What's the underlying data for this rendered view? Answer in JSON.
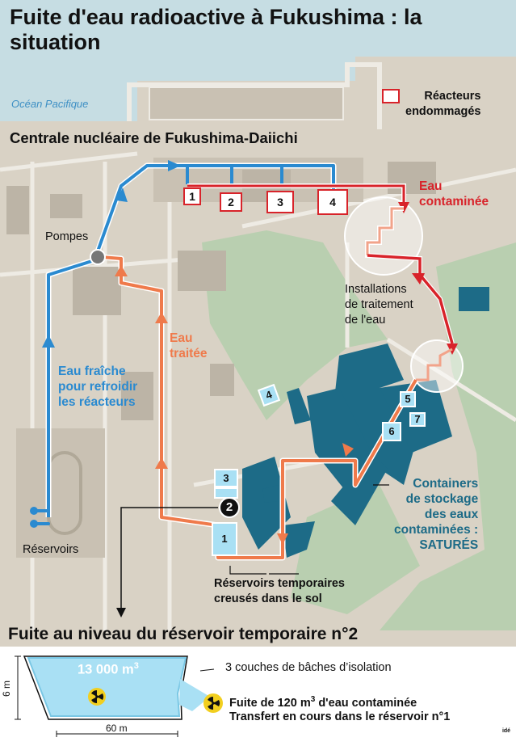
{
  "title": "Fuite d'eau radioactive à Fukushima : la situation",
  "ocean_label": "Océan Pacifique",
  "plant_label": "Centrale nucléaire de Fukushima-Daiichi",
  "legend": {
    "label_line1": "Réacteurs",
    "label_line2": "endommagés",
    "color": "#d8232a"
  },
  "reactors": [
    "1",
    "2",
    "3",
    "4"
  ],
  "labels": {
    "pumps": "Pompes",
    "contaminated_line1": "Eau",
    "contaminated_line2": "contaminée",
    "treated_line1": "Eau",
    "treated_line2": "traitée",
    "fresh_line1": "Eau fraîche",
    "fresh_line2": "pour refroidir",
    "fresh_line3": "les réacteurs",
    "treatment_line1": "Installations",
    "treatment_line2": "de traitement",
    "treatment_line3": "de l'eau",
    "containers_line1": "Containers",
    "containers_line2": "de stockage",
    "containers_line3": "des eaux",
    "containers_line4": "contaminées :",
    "containers_line5": "SATURÉS",
    "reservoirs": "Réservoirs",
    "temp_line1": "Réservoirs temporaires",
    "temp_line2": "creusés dans le sol"
  },
  "temporary_reservoirs": [
    "1",
    "2",
    "3"
  ],
  "containers": [
    "4",
    "5",
    "6",
    "7"
  ],
  "leak": {
    "title": "Fuite au niveau du réservoir temporaire n°2",
    "volume": "13 000 m",
    "volume_exp": "3",
    "liners": "3 couches de bâches d’isolation",
    "leak_a": "Fuite de 120 m",
    "leak_exp": "3",
    "leak_b": " d'eau contaminée",
    "transfer": "Transfert en cours dans le réservoir n°1",
    "depth": "6 m",
    "width": "60 m"
  },
  "credit": "idé",
  "colors": {
    "fresh_water": "#2a8ad0",
    "treated_water": "#ef7a4b",
    "contaminated_water": "#d8232a",
    "containers": "#1d6b87",
    "temp_reservoir": "#a9e0f4",
    "ground": "#d9d2c5",
    "vegetation": "#b9cfb0",
    "sea": "#c6dde3"
  },
  "icons": [
    "radiation-icon"
  ]
}
